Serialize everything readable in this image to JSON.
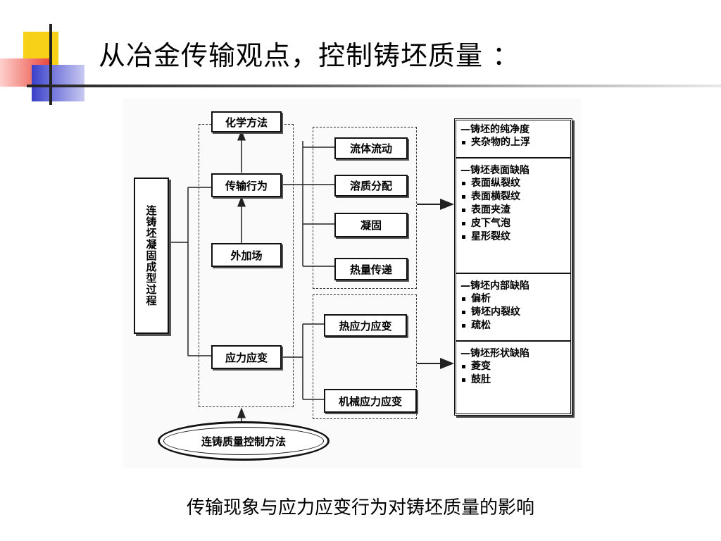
{
  "slide": {
    "title": "从冶金传输观点，控制铸坯质量 ：",
    "caption": "传输现象与应力应变行为对铸坯质量的影响"
  },
  "diagram": {
    "process": "连铸坯凝固成型过程",
    "nodes": {
      "chemical": "化学方法",
      "transport": "传输行为",
      "external_field": "外加场",
      "stress_strain": "应力应变"
    },
    "transport_items": [
      "流体流动",
      "溶质分配",
      "凝固",
      "热量传递"
    ],
    "stress_items": [
      "热应力应变",
      "机械应力应变"
    ],
    "quality_method": "连铸质量控制方法",
    "results": [
      {
        "head": "—铸坯的纯净度",
        "items": [
          "夹杂物的上浮"
        ]
      },
      {
        "head": "—铸坯表面缺陷",
        "items": [
          "表面纵裂纹",
          "表面横裂纹",
          "表面夹渣",
          "皮下气泡",
          "星形裂纹"
        ]
      },
      {
        "head": "—铸坯内部缺陷",
        "items": [
          "偏析",
          "铸坯内裂纹",
          "疏松"
        ]
      },
      {
        "head": "—铸坯形状缺陷",
        "items": [
          "菱变",
          "鼓肚"
        ]
      }
    ]
  },
  "colors": {
    "deco_yellow": "#f7d117",
    "deco_red": "#e8453c",
    "deco_blue": "#3a3fc9"
  }
}
